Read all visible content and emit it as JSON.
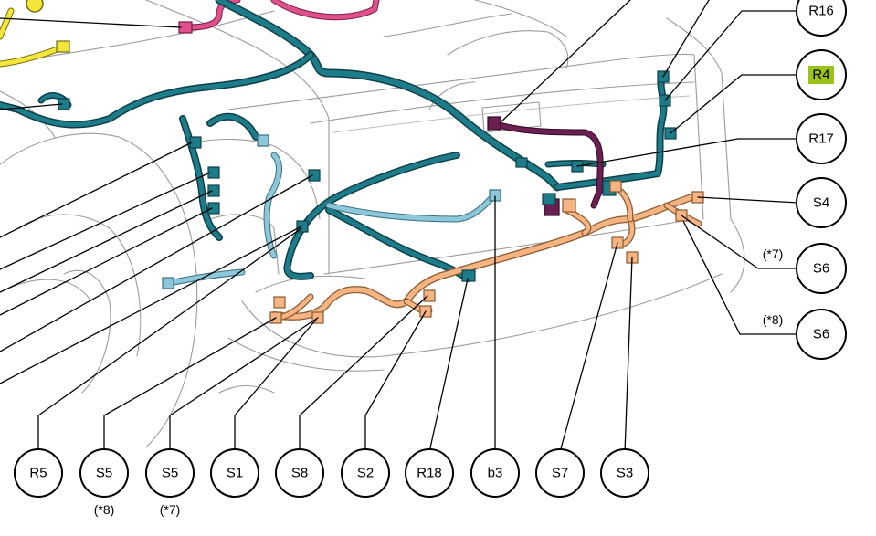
{
  "colors": {
    "teal_harness": "#1d7c8a",
    "light_blue_harness": "#8cc8da",
    "orange_harness": "#f5b482",
    "magenta_harness": "#e0508c",
    "purple_harness": "#6c1f52",
    "yellow_harness": "#f2e63b",
    "highlight": "#9ac31a"
  },
  "callouts_right": [
    {
      "id": "R16",
      "label": "R16",
      "highlight": false,
      "note": ""
    },
    {
      "id": "R4",
      "label": "R4",
      "highlight": true,
      "note": ""
    },
    {
      "id": "R17",
      "label": "R17",
      "highlight": false,
      "note": ""
    },
    {
      "id": "S4",
      "label": "S4",
      "highlight": false,
      "note": ""
    },
    {
      "id": "S6a",
      "label": "S6",
      "highlight": false,
      "note": "(*7)"
    },
    {
      "id": "S6b",
      "label": "S6",
      "highlight": false,
      "note": "(*8)"
    }
  ],
  "callouts_bottom": [
    {
      "id": "R5",
      "label": "R5",
      "note": ""
    },
    {
      "id": "S5a",
      "label": "S5",
      "note": "(*8)"
    },
    {
      "id": "S5b",
      "label": "S5",
      "note": "(*7)"
    },
    {
      "id": "S1",
      "label": "S1",
      "note": ""
    },
    {
      "id": "S8",
      "label": "S8",
      "note": ""
    },
    {
      "id": "S2",
      "label": "S2",
      "note": ""
    },
    {
      "id": "R18",
      "label": "R18",
      "note": ""
    },
    {
      "id": "b3",
      "label": "b3",
      "note": ""
    },
    {
      "id": "S7",
      "label": "S7",
      "note": ""
    },
    {
      "id": "S3",
      "label": "S3",
      "note": ""
    }
  ]
}
